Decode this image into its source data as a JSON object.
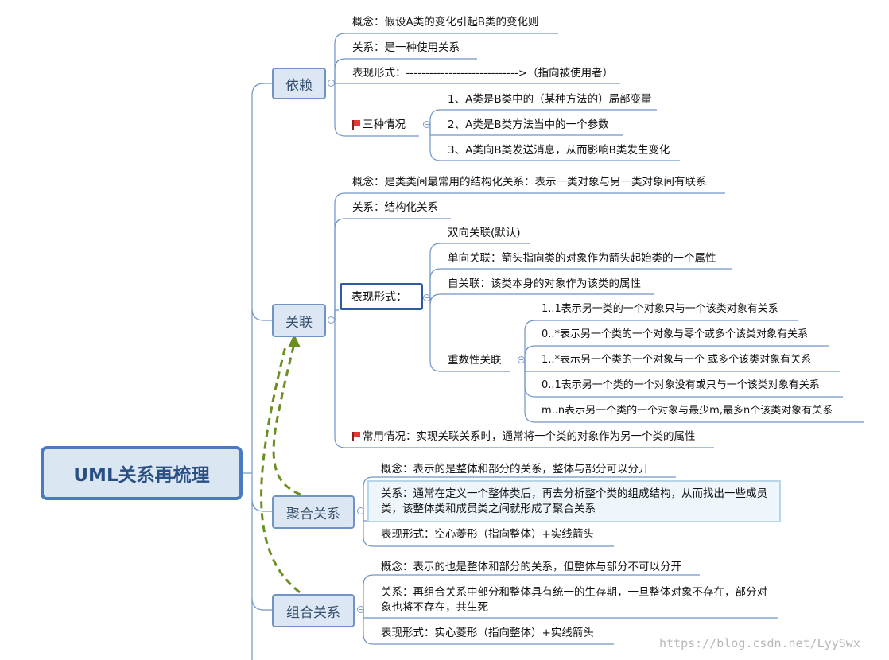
{
  "root": {
    "label": "UML关系再梳理"
  },
  "dependency": {
    "label": "依赖",
    "concept": "概念：假设A类的变化引起B类的变化则",
    "relation": "关系：是一种使用关系",
    "form": "表现形式：----------------------------->（指向被使用者）",
    "cases_label": "三种情况",
    "cases": [
      "1、A类是B类中的（某种方法的）局部变量",
      "2、A类是B类方法当中的一个参数",
      "3、A类向B类发送消息，从而影响B类发生变化"
    ]
  },
  "association": {
    "label": "关联",
    "concept": "概念：是类类间最常用的结构化关系：表示一类对象与另一类对象间有联系",
    "relation": "关系：结构化关系",
    "form_label": "表现形式：",
    "forms": [
      "双向关联(默认)",
      "单向关联：箭头指向类的对象作为箭头起始类的一个属性",
      "自关联：该类本身的对象作为该类的属性"
    ],
    "multiplicity_label": "重数性关联",
    "multiplicity": [
      "1..1表示另一类的一个对象只与一个该类对象有关系",
      "0..*表示另一个类的一个对象与零个或多个该类对象有关系",
      "1..*表示另一个类的一个对象与一个 或多个该类对象有关系",
      "0..1表示另一个类的一个对象没有或只与一个该类对象有关系",
      "m..n表示另一个类的一个对象与最少m,最多n个该类对象有关系"
    ],
    "common": "常用情况：实现关联关系时，通常将一个类的对象作为另一个类的属性"
  },
  "aggregation": {
    "label": "聚合关系",
    "concept": "概念：表示的是整体和部分的关系，整体与部分可以分开",
    "relation": "关系：通常在定义一个整体类后，再去分析整个类的组成结构，从而找出一些成员类，该整体类和成员类之间就形成了聚合关系",
    "form": "表现形式：空心菱形（指向整体）+实线箭头"
  },
  "composition": {
    "label": "组合关系",
    "concept": "概念：表示的也是整体和部分的关系，但整体与部分不可以分开",
    "relation": "关系：再组合关系中部分和整体具有统一的生存期，一旦整体对象不存在，部分对象也将不存在，共生死",
    "form": "表现形式：实心菱形（指向整体）+实线箭头"
  },
  "watermark": "https://blog.csdn.net/LyySwx",
  "colors": {
    "line": "#6f94c7",
    "arrow": "#6b8e23",
    "root_border": "#4a7bc0",
    "node_fill": "#dde7f3"
  }
}
